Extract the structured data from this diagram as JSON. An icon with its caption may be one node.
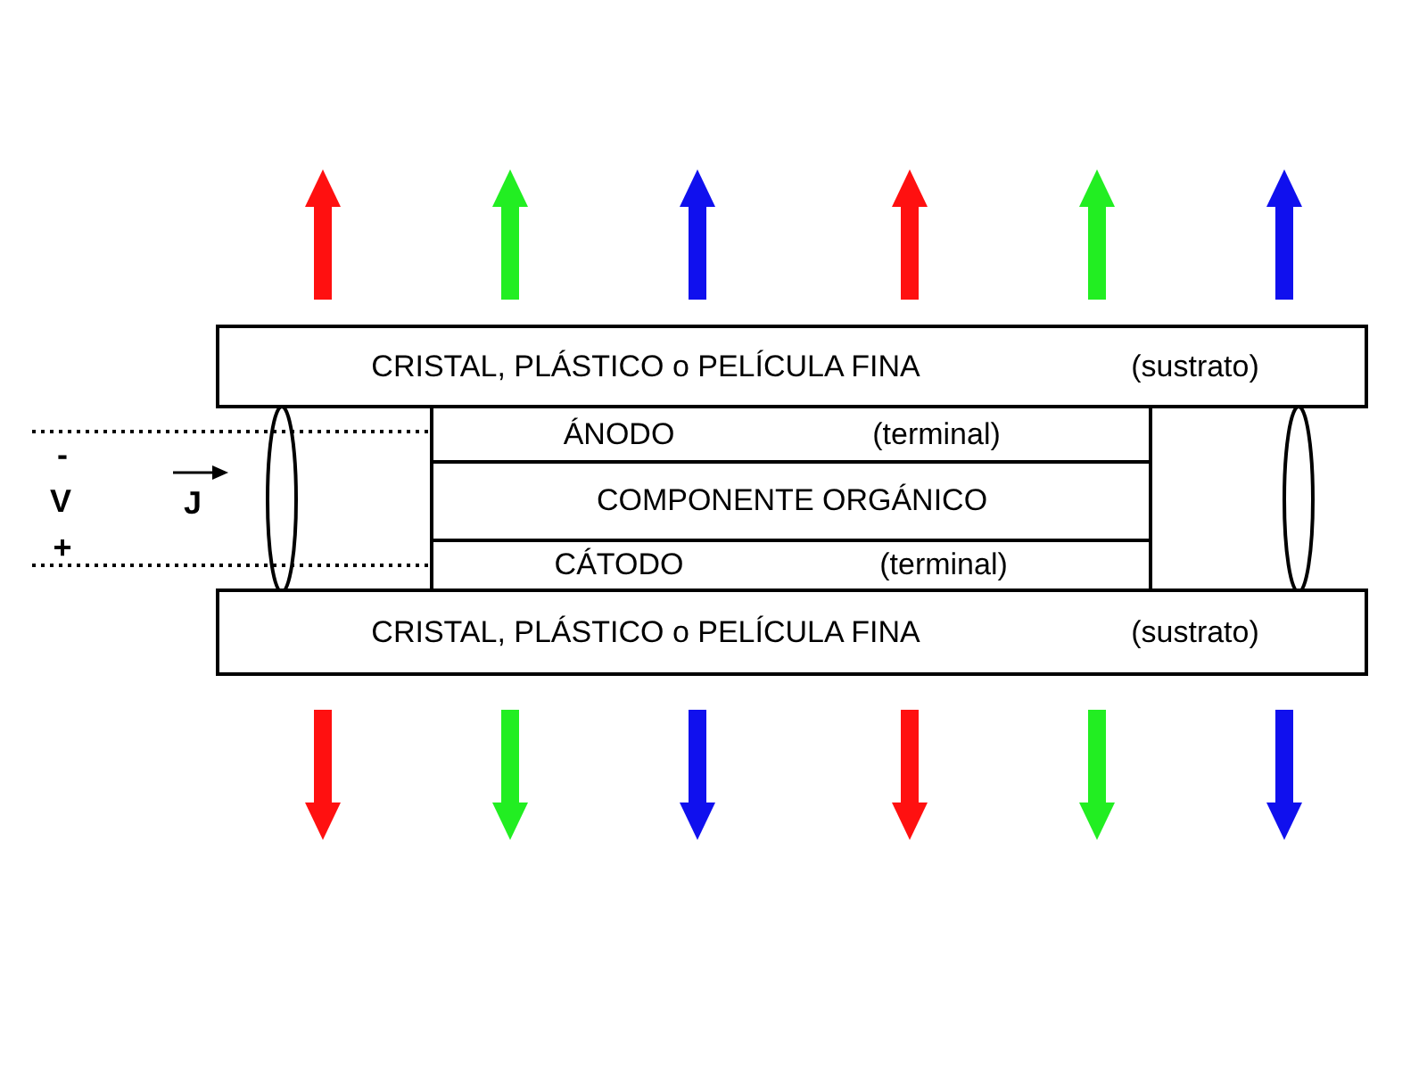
{
  "diagram": {
    "nodes": [
      {
        "text": [
          "CRISTAL, PLÁSTICO o PELÍCULA FINA",
          "(sustrato)"
        ]
      },
      {
        "text": [
          "ÁNODO",
          "(terminal)"
        ]
      },
      {
        "text": [
          "COMPONENTE ORGÁNICO"
        ]
      },
      {
        "text": [
          "CÁTODO",
          "(terminal)"
        ]
      },
      {
        "text": [
          "CRISTAL, PLÁSTICO o PELÍCULA FINA",
          "(sustrato)"
        ]
      }
    ],
    "labels": [
      "-",
      "V",
      "J",
      "+"
    ]
  }
}
